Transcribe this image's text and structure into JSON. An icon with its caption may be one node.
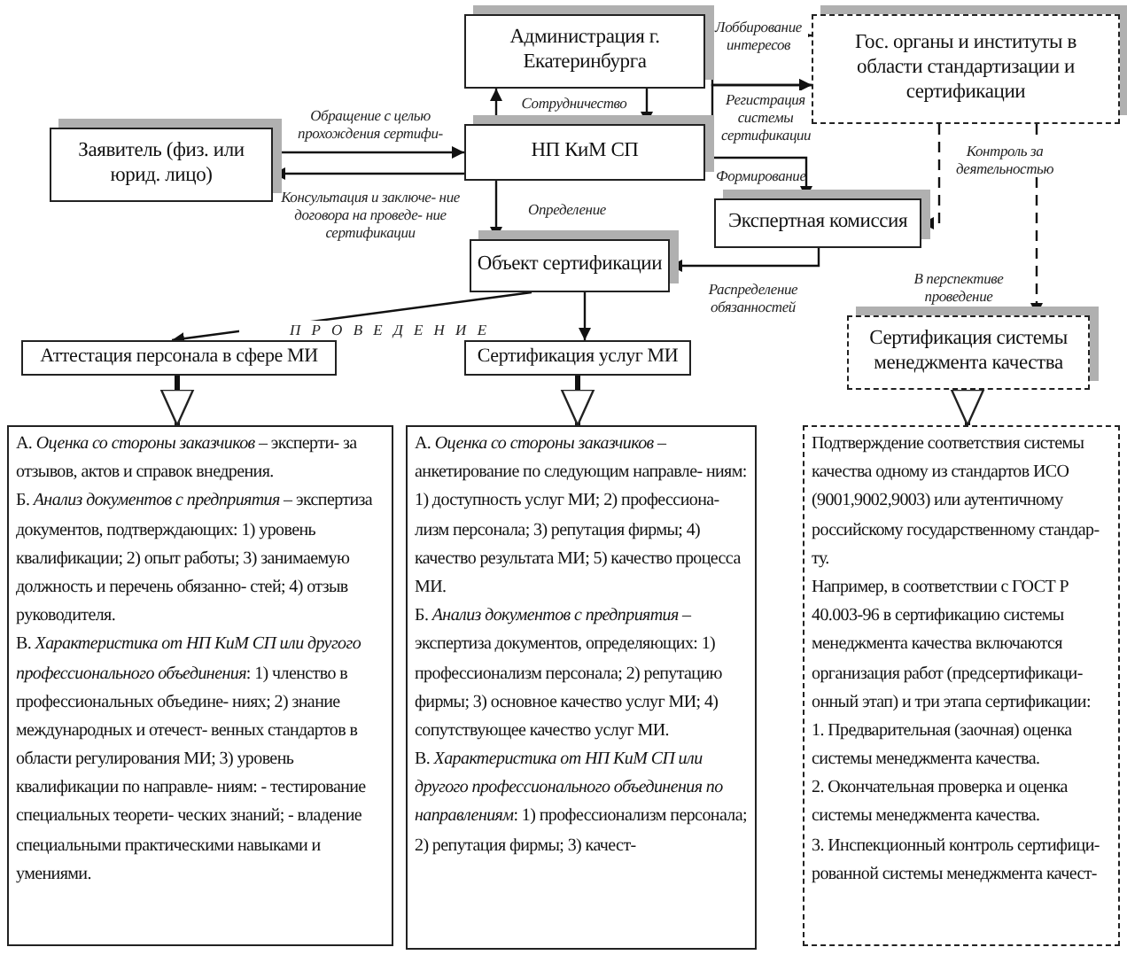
{
  "diagram": {
    "nodes": [
      {
        "text": [
          "Администрация г. Екатеринбурга"
        ]
      },
      {
        "text": [
          "Гос. органы и институты в области стандартизации и сертификации"
        ]
      },
      {
        "text": [
          "Заявитель (физ. или юрид. лицо)"
        ]
      },
      {
        "text": [
          "НП КиМ СП"
        ]
      },
      {
        "text": [
          "Экспертная комиссия"
        ]
      },
      {
        "text": [
          "Объект сертификации"
        ]
      },
      {
        "text": [
          "Аттестация персонала в сфере МИ"
        ]
      },
      {
        "text": [
          "Сертификация услуг МИ"
        ]
      },
      {
        "text": [
          "Сертификация системы менеджмента качества"
        ]
      },
      {
        "text": [
          "А. *Оценка со стороны заказчиков* – эксперти- за отзывов, актов и справок внедрения.",
          "Б. *Анализ документов с предприятия* – экспертиза документов, подтверждающих: 1) уровень квалификации; 2) опыт работы; 3) занимаемую должность и перечень обязанно- стей; 4) отзыв руководителя.",
          "В. *Характеристика от НП КиМ СП или другого профессионального объединения*: 1) членство в профессиональных объедине- ниях; 2) знание международных и отечест- венных стандартов в области регулирования МИ; 3) уровень квалификации по направле- ниям: - тестирование специальных теорети- ческих знаний; - владение специальными практическими навыками и умениями."
        ]
      },
      {
        "text": [
          "А. *Оценка со стороны заказчиков* – анкетирование по следующим направле- ниям:",
          "1) доступность услуг МИ; 2) профессиона- лизм персонала; 3) репутация фирмы; 4) качество результата МИ; 5) качество процесса МИ.",
          "Б. *Анализ документов с предприятия* – экспертиза документов, определяющих: 1) профессионализм персонала; 2) репутацию фирмы; 3) основное качество услуг МИ; 4) сопутствующее качество услуг МИ.",
          "В. *Характеристика от НП КиМ СП или другого профессионального объединения по направлениям*: 1) профессионализм персонала; 2) репутация фирмы; 3) качест-"
        ]
      },
      {
        "text": [
          "Подтверждение соответствия системы качества одному из стандартов ИСО (9001,9002,9003) или аутентичному российскому государственному стандар- ту.",
          "Например, в соответствии с ГОСТ Р 40.003-96 в сертификацию системы менеджмента качества включаются организация работ (предсертификаци- онный этап) и три этапа сертификации:",
          "1. Предварительная (заочная) оценка системы менеджмента качества.",
          "2. Окончательная проверка и оценка системы менеджмента качества.",
          "3. Инспекционный контроль сертифици- рованной системы менеджмента качест-"
        ]
      }
    ],
    "edges": [
      {
        "from": 3,
        "to": 0,
        "arrow": "to"
      },
      {
        "from": 0,
        "to": 3,
        "arrow": "to",
        "label": "Сотрудничество"
      },
      {
        "from": 0,
        "to": 1,
        "arrow": "to",
        "label": "Лоббирование интересов"
      },
      {
        "from": 0,
        "to": 1,
        "arrow": "to",
        "label": "Регистрация системы сертификации"
      },
      {
        "from": 3,
        "to": 1,
        "arrow": "to"
      },
      {
        "from": 2,
        "to": 3,
        "arrow": "to",
        "label": "Обращение с целью прохождения сертифи-"
      },
      {
        "from": 3,
        "to": 2,
        "arrow": "to",
        "label": "Консультация и заключе- ние договора на проведе- ние сертификации"
      },
      {
        "from": 3,
        "to": 5,
        "arrow": "to",
        "label": "Определение"
      },
      {
        "from": 3,
        "to": 4,
        "arrow": "to",
        "label": "Формирование"
      },
      {
        "from": 1,
        "to": 4,
        "arrow": "to",
        "label": "Контроль за деятельностью",
        "style": "dashed"
      },
      {
        "from": 4,
        "to": 5,
        "arrow": "to",
        "label": "Распределение обязанностей"
      },
      {
        "from": 1,
        "to": 8,
        "arrow": "to",
        "label": "В перспективе проведение",
        "style": "dashed"
      },
      {
        "from": 5,
        "to": 6,
        "arrow": "to",
        "label": "П Р О В Е Д Е Н И Е"
      },
      {
        "from": 5,
        "to": 7,
        "arrow": "to"
      },
      {
        "from": 6,
        "to": 9,
        "arrow": "to",
        "style": "thick"
      },
      {
        "from": 7,
        "to": 10,
        "arrow": "to",
        "style": "thick"
      },
      {
        "from": 8,
        "to": 11,
        "arrow": "to",
        "style": "thick"
      }
    ]
  }
}
